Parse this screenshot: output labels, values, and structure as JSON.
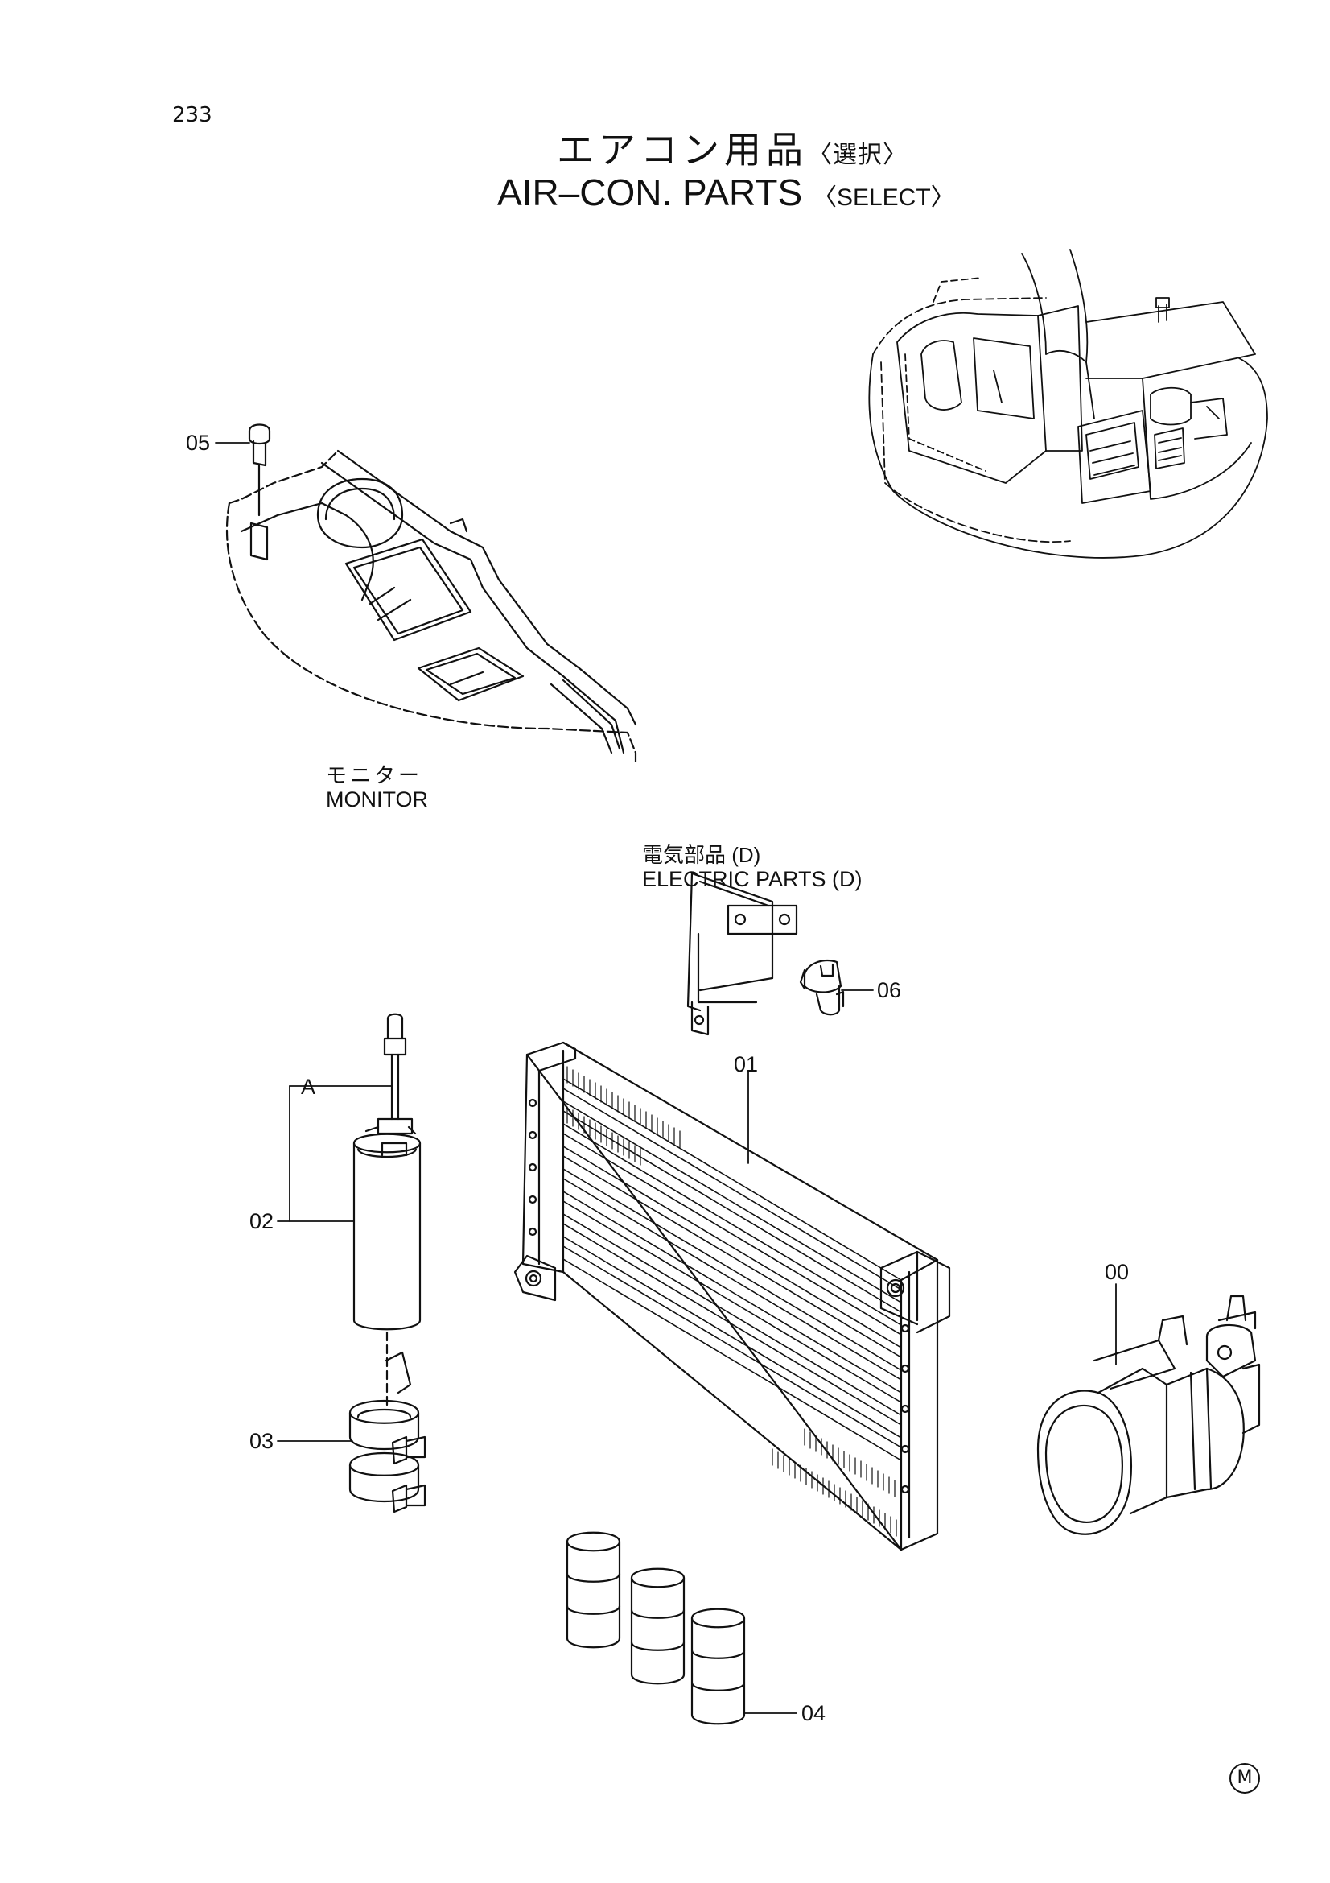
{
  "page_number": "233",
  "title": {
    "jp_main": "エアコン用品",
    "jp_sub": "〈選択〉",
    "en_main": "AIR–CON. PARTS",
    "en_sub": "〈SELECT〉"
  },
  "labels": {
    "monitor_jp": "モニター",
    "monitor_en": "MONITOR",
    "electric_jp": "電気部品 (D)",
    "electric_en": "ELECTRIC PARTS (D)"
  },
  "callouts": {
    "p00": "00",
    "p01": "01",
    "p02": "02",
    "p03": "03",
    "p04": "04",
    "p05": "05",
    "p06": "06",
    "a": "A"
  },
  "mark": "M"
}
